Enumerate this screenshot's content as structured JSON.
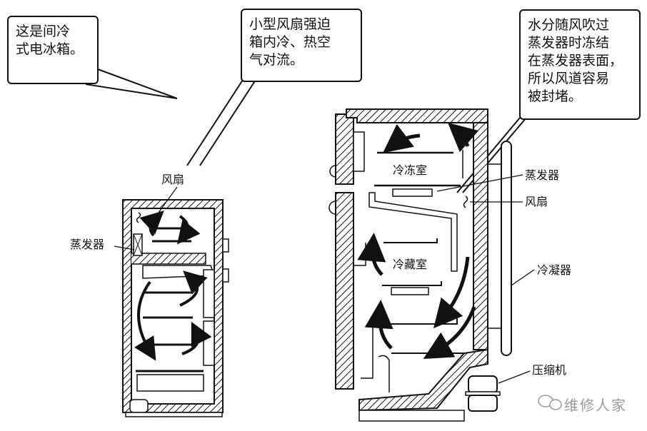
{
  "callouts": {
    "intro": {
      "lines": [
        "这是间冷",
        "式电冰箱。"
      ]
    },
    "fan_convection": {
      "lines": [
        "小型风扇强迫",
        "箱内冷、热空",
        "气对流。"
      ]
    },
    "frost": {
      "lines": [
        "水分随风吹过",
        "蒸发器时冻结",
        "在蒸发器表面，",
        "所以风道容易",
        "被封堵。"
      ]
    }
  },
  "small_fridge": {
    "labels": {
      "fan": "风扇",
      "evaporator": "蒸发器"
    }
  },
  "large_fridge": {
    "labels": {
      "freezer": "冷冻室",
      "refrigerator": "冷藏室",
      "evaporator": "蒸发器",
      "fan": "风扇",
      "condenser": "冷凝器",
      "compressor": "压缩机"
    }
  },
  "watermark": {
    "text": "维修人家",
    "icon": "wechat-icon"
  },
  "colors": {
    "ink": "#111111",
    "watermark": "#9a9a9a"
  }
}
